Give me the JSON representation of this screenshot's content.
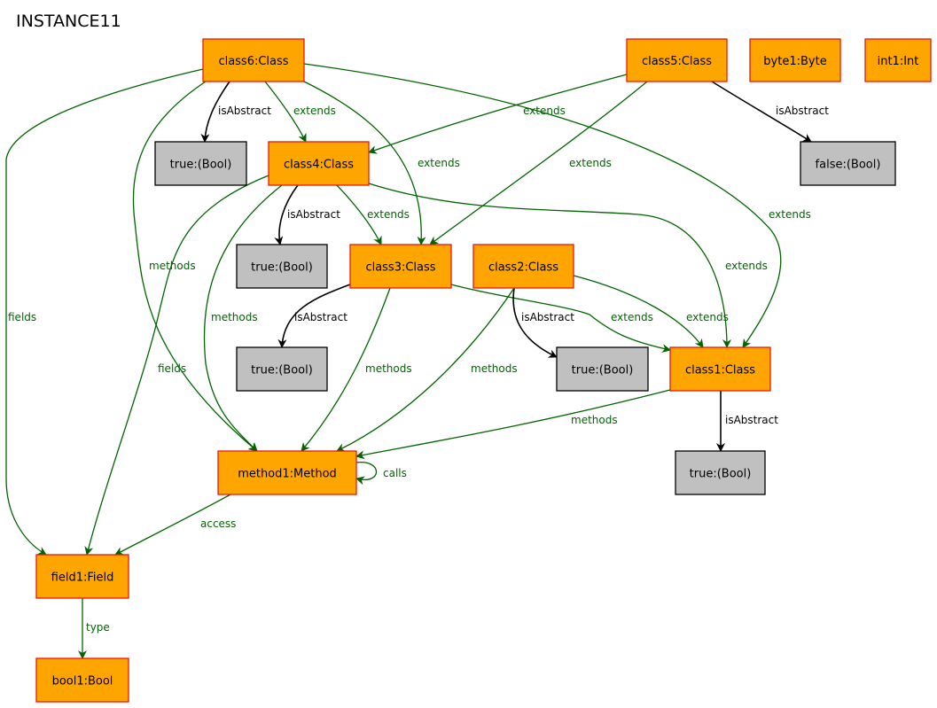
{
  "title": "INSTANCE11",
  "colors": {
    "object_fill": "#FFA500",
    "object_border": "#E8190F",
    "value_fill": "#C0C0C0",
    "value_border": "#000000",
    "ref_edge": "#006400",
    "attr_edge": "#000000"
  },
  "nodes": [
    {
      "id": "class6",
      "label": "class6:Class",
      "kind": "object"
    },
    {
      "id": "class5",
      "label": "class5:Class",
      "kind": "object"
    },
    {
      "id": "byte1",
      "label": "byte1:Byte",
      "kind": "object"
    },
    {
      "id": "int1",
      "label": "int1:Int",
      "kind": "object"
    },
    {
      "id": "true_c6",
      "label": "true:(Bool)",
      "kind": "value"
    },
    {
      "id": "class4",
      "label": "class4:Class",
      "kind": "object"
    },
    {
      "id": "false_c5",
      "label": "false:(Bool)",
      "kind": "value"
    },
    {
      "id": "true_c4",
      "label": "true:(Bool)",
      "kind": "value"
    },
    {
      "id": "class3",
      "label": "class3:Class",
      "kind": "object"
    },
    {
      "id": "class2",
      "label": "class2:Class",
      "kind": "object"
    },
    {
      "id": "true_c3",
      "label": "true:(Bool)",
      "kind": "value"
    },
    {
      "id": "true_c2",
      "label": "true:(Bool)",
      "kind": "value"
    },
    {
      "id": "class1",
      "label": "class1:Class",
      "kind": "object"
    },
    {
      "id": "method1",
      "label": "method1:Method",
      "kind": "object"
    },
    {
      "id": "true_c1",
      "label": "true:(Bool)",
      "kind": "value"
    },
    {
      "id": "field1",
      "label": "field1:Field",
      "kind": "object"
    },
    {
      "id": "bool1",
      "label": "bool1:Bool",
      "kind": "object"
    }
  ],
  "edges": [
    {
      "id": "e_c6_abs",
      "from": "class6",
      "to": "true_c6",
      "label": "isAbstract",
      "kind": "attr"
    },
    {
      "id": "e_c6_ext_c4",
      "from": "class6",
      "to": "class4",
      "label": "extends",
      "kind": "ref"
    },
    {
      "id": "e_c6_ext_c3",
      "from": "class6",
      "to": "class3",
      "label": "extends",
      "kind": "ref"
    },
    {
      "id": "e_c6_ext_c1",
      "from": "class6",
      "to": "class1",
      "label": "extends",
      "kind": "ref"
    },
    {
      "id": "e_c6_methods",
      "from": "class6",
      "to": "method1",
      "label": "methods",
      "kind": "ref"
    },
    {
      "id": "e_c6_fields",
      "from": "class6",
      "to": "field1",
      "label": "fields",
      "kind": "ref"
    },
    {
      "id": "e_c5_ext_c4",
      "from": "class5",
      "to": "class4",
      "label": "extends",
      "kind": "ref"
    },
    {
      "id": "e_c5_ext_c3",
      "from": "class5",
      "to": "class3",
      "label": "extends",
      "kind": "ref"
    },
    {
      "id": "e_c5_abs",
      "from": "class5",
      "to": "false_c5",
      "label": "isAbstract",
      "kind": "attr"
    },
    {
      "id": "e_c4_abs",
      "from": "class4",
      "to": "true_c4",
      "label": "isAbstract",
      "kind": "attr"
    },
    {
      "id": "e_c4_ext_c3",
      "from": "class4",
      "to": "class3",
      "label": "extends",
      "kind": "ref"
    },
    {
      "id": "e_c4_ext_c1",
      "from": "class4",
      "to": "class1",
      "label": "extends",
      "kind": "ref"
    },
    {
      "id": "e_c4_methods",
      "from": "class4",
      "to": "method1",
      "label": "methods",
      "kind": "ref"
    },
    {
      "id": "e_c4_fields",
      "from": "class4",
      "to": "field1",
      "label": "fields",
      "kind": "ref"
    },
    {
      "id": "e_c3_abs",
      "from": "class3",
      "to": "true_c3",
      "label": "isAbstract",
      "kind": "attr"
    },
    {
      "id": "e_c3_ext_c1",
      "from": "class3",
      "to": "class1",
      "label": "extends",
      "kind": "ref"
    },
    {
      "id": "e_c3_methods",
      "from": "class3",
      "to": "method1",
      "label": "methods",
      "kind": "ref"
    },
    {
      "id": "e_c2_abs",
      "from": "class2",
      "to": "true_c2",
      "label": "isAbstract",
      "kind": "attr"
    },
    {
      "id": "e_c2_ext_c1",
      "from": "class2",
      "to": "class1",
      "label": "extends",
      "kind": "ref"
    },
    {
      "id": "e_c2_methods",
      "from": "class2",
      "to": "method1",
      "label": "methods",
      "kind": "ref"
    },
    {
      "id": "e_c1_abs",
      "from": "class1",
      "to": "true_c1",
      "label": "isAbstract",
      "kind": "attr"
    },
    {
      "id": "e_c1_methods",
      "from": "class1",
      "to": "method1",
      "label": "methods",
      "kind": "ref"
    },
    {
      "id": "e_m1_calls",
      "from": "method1",
      "to": "method1",
      "label": "calls",
      "kind": "ref"
    },
    {
      "id": "e_m1_access",
      "from": "method1",
      "to": "field1",
      "label": "access",
      "kind": "ref"
    },
    {
      "id": "e_f1_type",
      "from": "field1",
      "to": "bool1",
      "label": "type",
      "kind": "ref"
    }
  ]
}
